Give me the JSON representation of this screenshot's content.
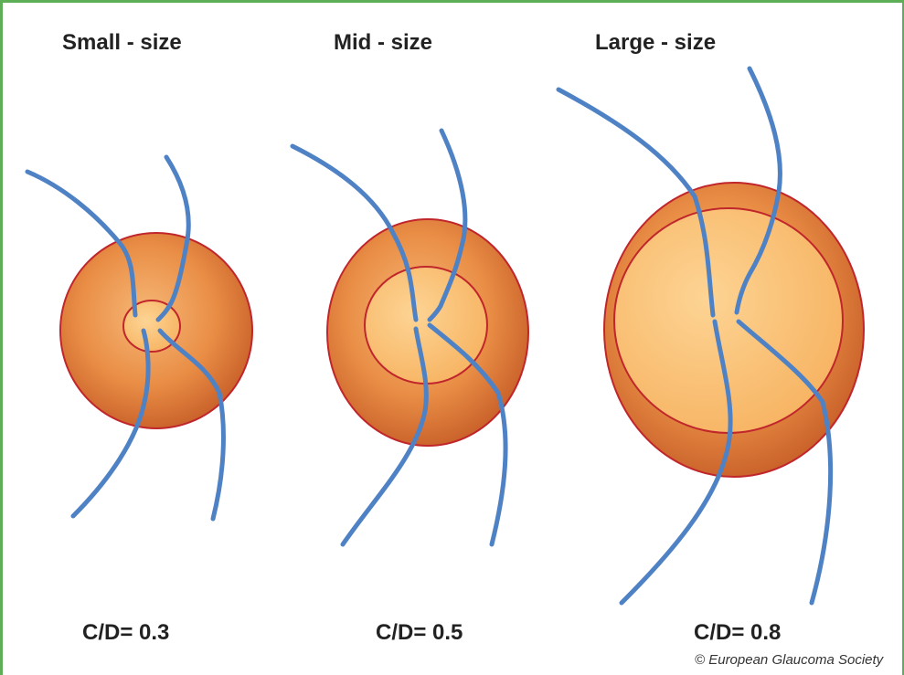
{
  "title": "",
  "discs": [
    {
      "size_label": "Small - size",
      "ratio_label": "C/D= 0.3",
      "cup_to_disc_ratio": 0.3
    },
    {
      "size_label": "Mid - size",
      "ratio_label": "C/D= 0.5",
      "cup_to_disc_ratio": 0.5
    },
    {
      "size_label": "Large - size",
      "ratio_label": "C/D= 0.8",
      "cup_to_disc_ratio": 0.8
    }
  ],
  "copyright": "© European Glaucoma Society",
  "colors": {
    "frame": "#5dae57",
    "disc_rim": "#d9822f",
    "disc_outline": "#c0262b",
    "cup": "#fbc67b",
    "vessel": "#4f82c4"
  }
}
